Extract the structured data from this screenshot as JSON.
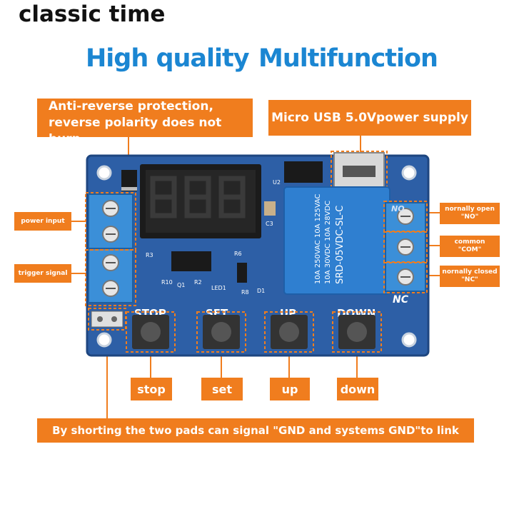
{
  "brand": "classic time",
  "headline": {
    "left": "High quality",
    "right": "Multifunction"
  },
  "callouts": {
    "anti_reverse": {
      "line1": "Anti-reverse protection,",
      "line2": "reverse polarity does not burn"
    },
    "usb": "Micro USB 5.0Vpower supply",
    "power_input": "power input",
    "trigger_signal": "trigger signal",
    "normally_open": {
      "line1": "nornally open",
      "line2": "\"NO\""
    },
    "common": {
      "line1": "common",
      "line2": "\"COM\""
    },
    "normally_closed": {
      "line1": "nornally closed",
      "line2": "\"NC\""
    },
    "footer": "By shorting the two pads can signal \"GND and systems GND\"to link"
  },
  "buttons": {
    "stop": "stop",
    "set": "set",
    "up": "up",
    "down": "down"
  },
  "board": {
    "display_digits": "8.8.8.",
    "silkscreen": {
      "stop": "STOP",
      "set": "SET",
      "up": "UP",
      "down": "DOWN",
      "no": "NO",
      "nc": "NC"
    },
    "relay_text": [
      "10A 250VAC 10A 125VAC",
      "10A 30VDC 10A 28VDC",
      "SRD-05VDC-SL-C"
    ],
    "relay_brand": "SRD",
    "component_labels": {
      "c3": "C3",
      "r3": "R3",
      "r6": "R6",
      "r10": "R10",
      "q1": "Q1",
      "r2": "R2",
      "led1": "LED1",
      "r8": "R8",
      "d1": "D1",
      "u2": "U2"
    }
  },
  "colors": {
    "accent_orange": "#f07d1e",
    "headline_blue": "#1b86d2",
    "board_blue": "#2d5fa6",
    "terminal_blue": "#3b8fd8"
  }
}
